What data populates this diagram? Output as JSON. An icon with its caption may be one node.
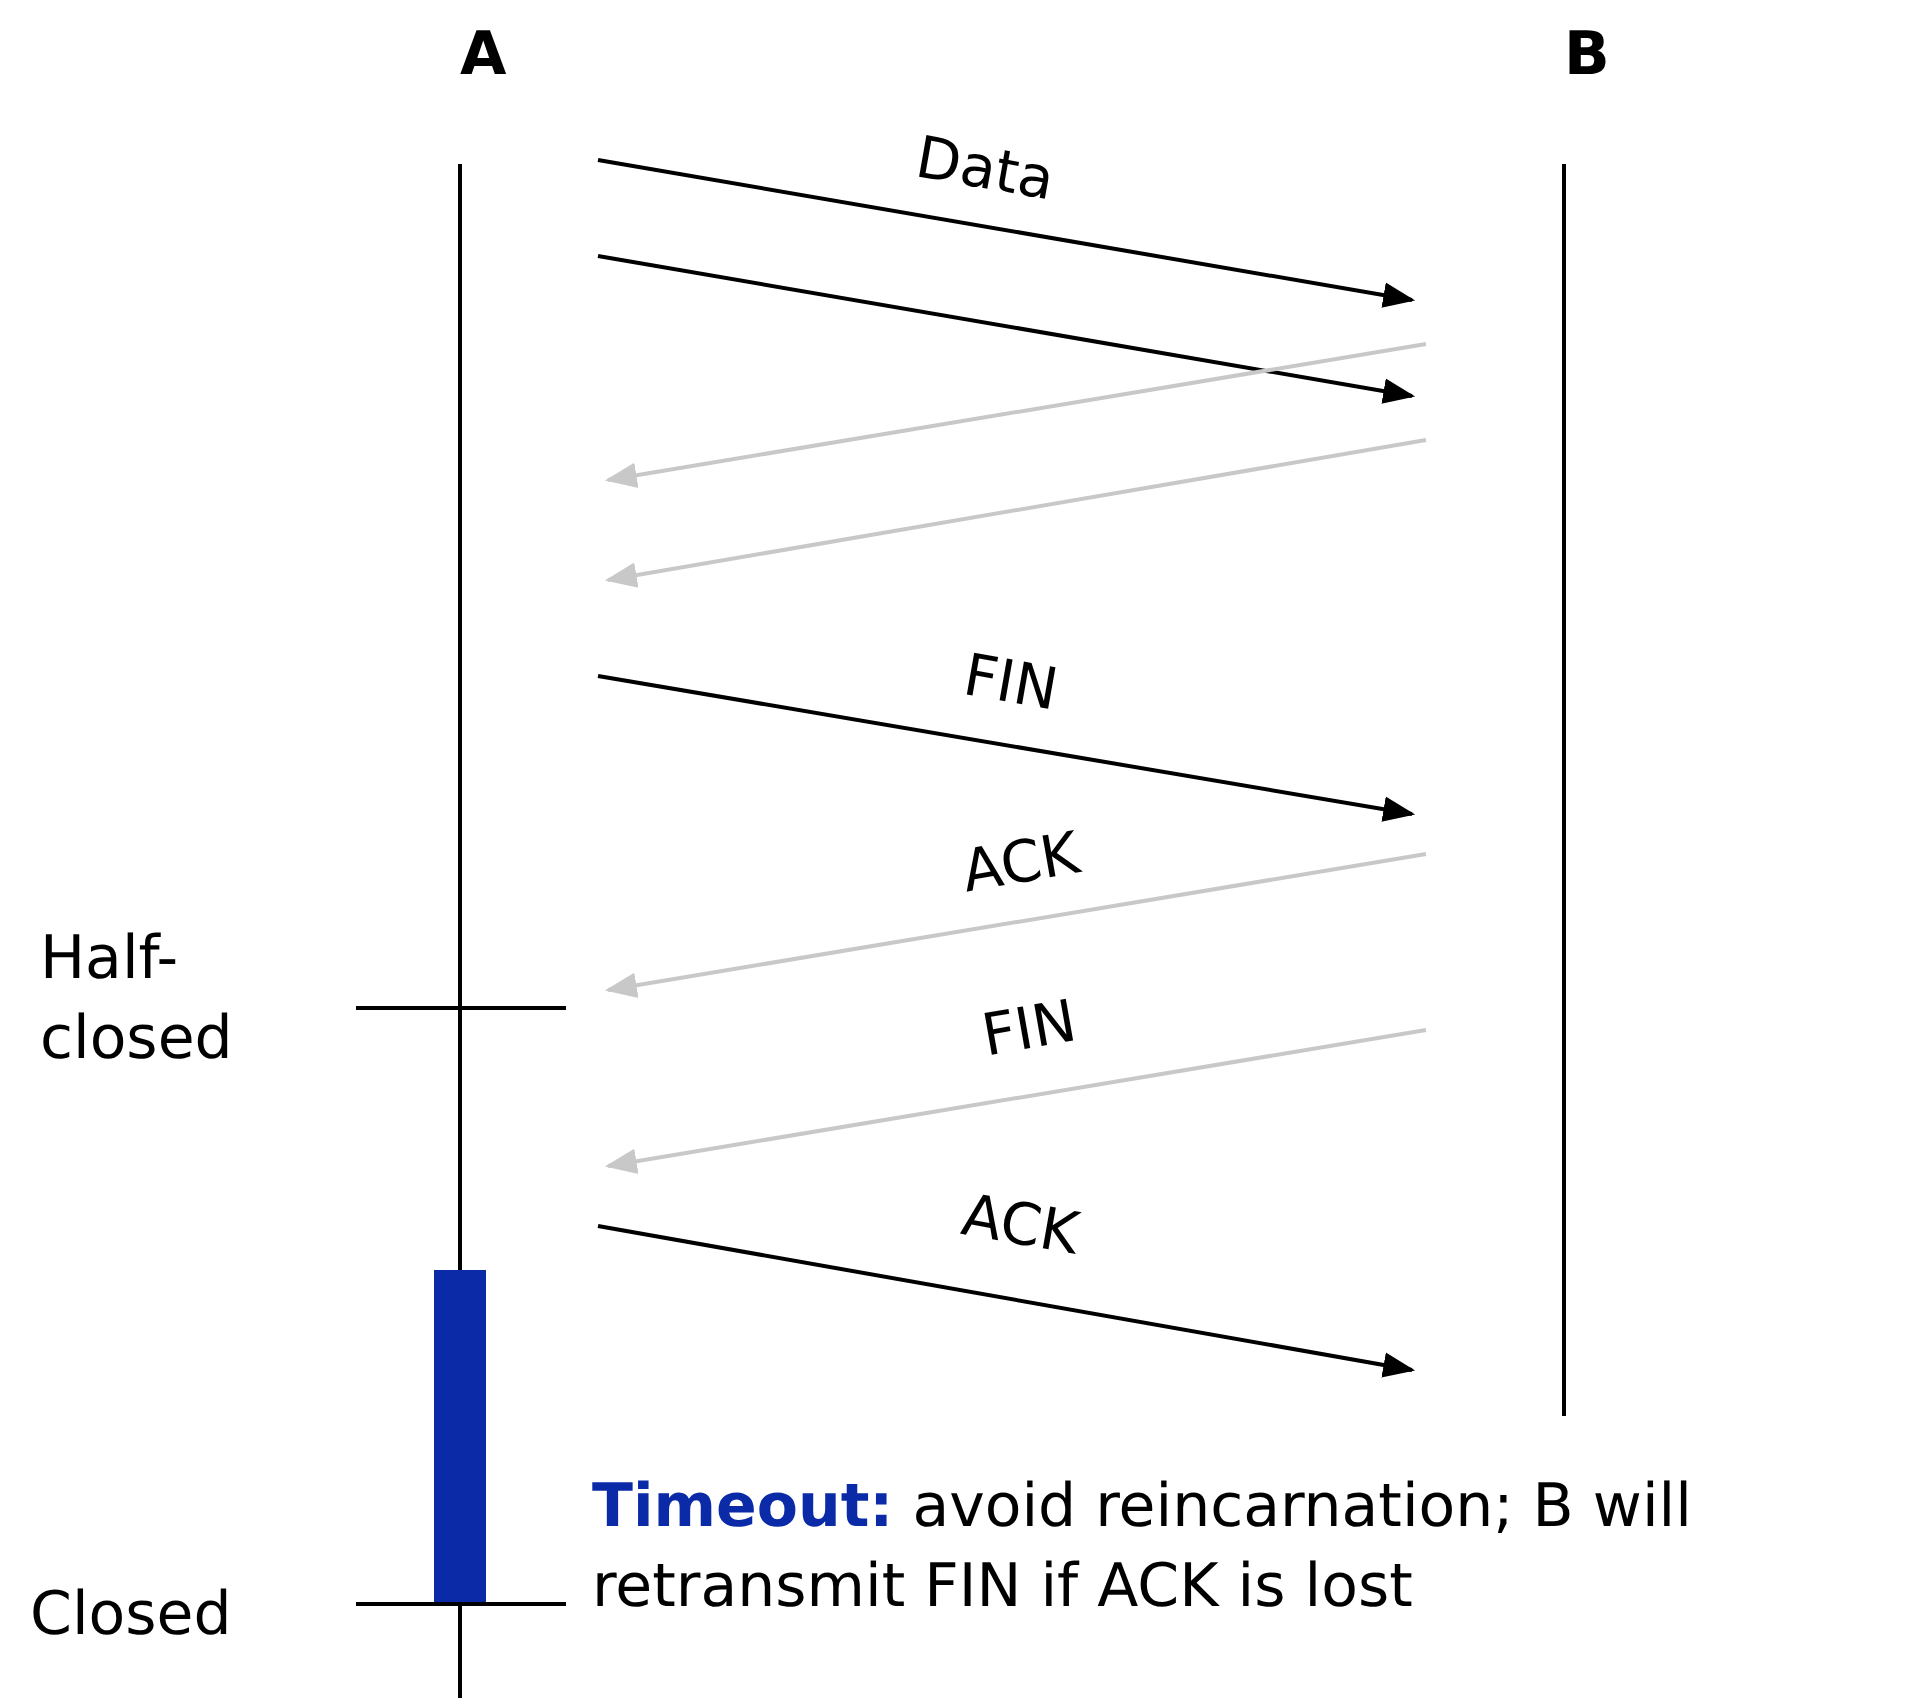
{
  "diagram": {
    "nodes": [
      {
        "text": [
          "A"
        ]
      },
      {
        "text": [
          "B"
        ]
      }
    ],
    "edges": [
      {
        "from": 0,
        "to": 1,
        "arrow": "to",
        "label": "Data"
      },
      {
        "from": 0,
        "to": 1,
        "arrow": "to"
      },
      {
        "from": 1,
        "to": 0,
        "arrow": "to",
        "color": "#c8c8c8"
      },
      {
        "from": 1,
        "to": 0,
        "arrow": "to",
        "color": "#c8c8c8"
      },
      {
        "from": 0,
        "to": 1,
        "arrow": "to",
        "label": "FIN"
      },
      {
        "from": 1,
        "to": 0,
        "arrow": "to",
        "label": "ACK",
        "color": "#c8c8c8"
      },
      {
        "from": 1,
        "to": 0,
        "arrow": "to",
        "label": "FIN",
        "color": "#c8c8c8"
      },
      {
        "from": 0,
        "to": 1,
        "arrow": "to",
        "label": "ACK"
      }
    ],
    "labels": [
      "Half-closed",
      "Closed",
      "**Timeout:** avoid reincarnation; B will retransmit FIN if ACK is lost"
    ]
  }
}
